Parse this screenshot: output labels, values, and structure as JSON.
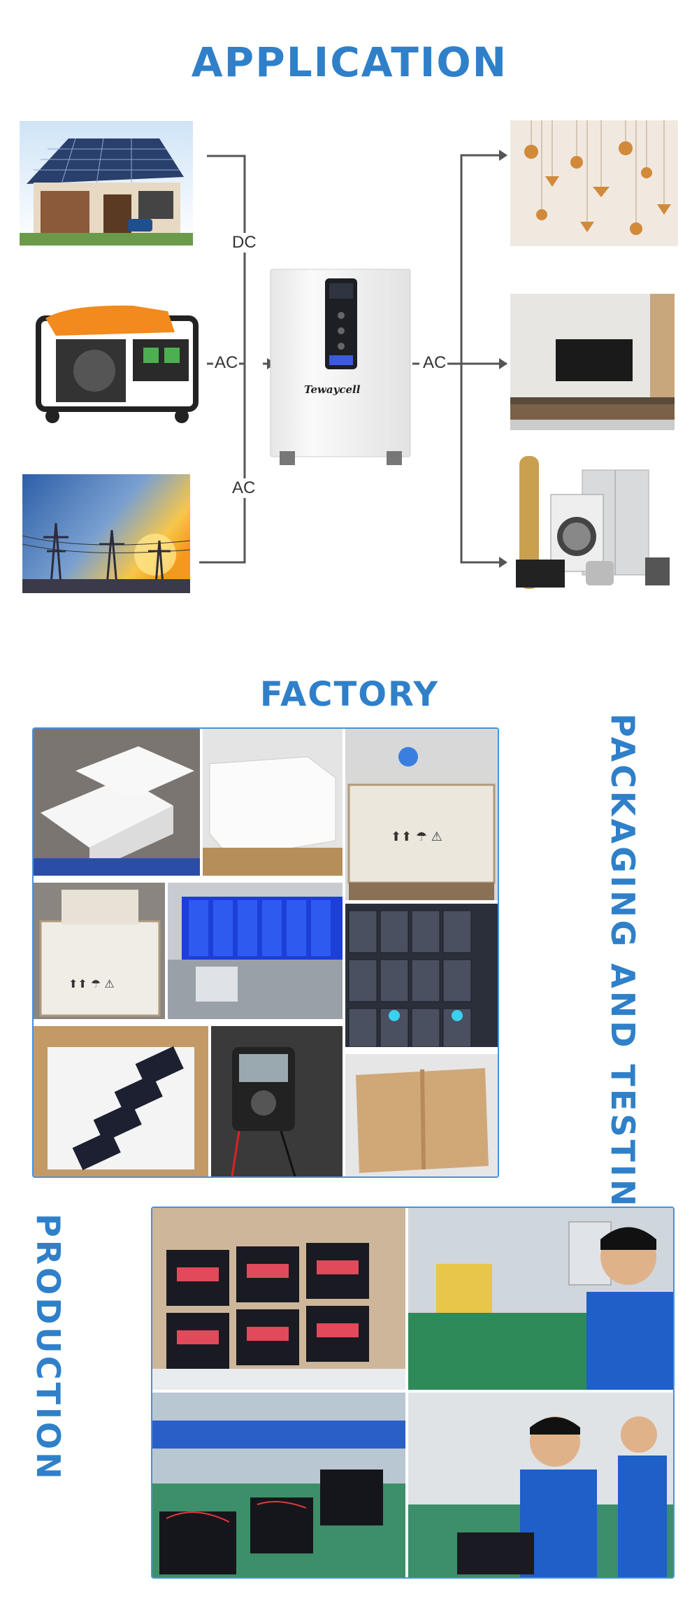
{
  "application": {
    "title": "APPLICATION",
    "labels": {
      "dc": "DC",
      "ac_left": "AC",
      "ac_bottom": "AC",
      "ac_right": "AC"
    },
    "device": {
      "brand": "Tewaycell"
    },
    "sources": [
      "solar-house",
      "generator",
      "power-grid"
    ],
    "loads": [
      "pendant-lights",
      "television",
      "appliances"
    ]
  },
  "factory": {
    "title": "FACTORY"
  },
  "packaging": {
    "title": "PACKAGING AND TESTING"
  },
  "production": {
    "title": "PRODUCTION"
  },
  "colors": {
    "accent": "#2f80c9",
    "border": "#4a90d9",
    "line": "#555555"
  }
}
